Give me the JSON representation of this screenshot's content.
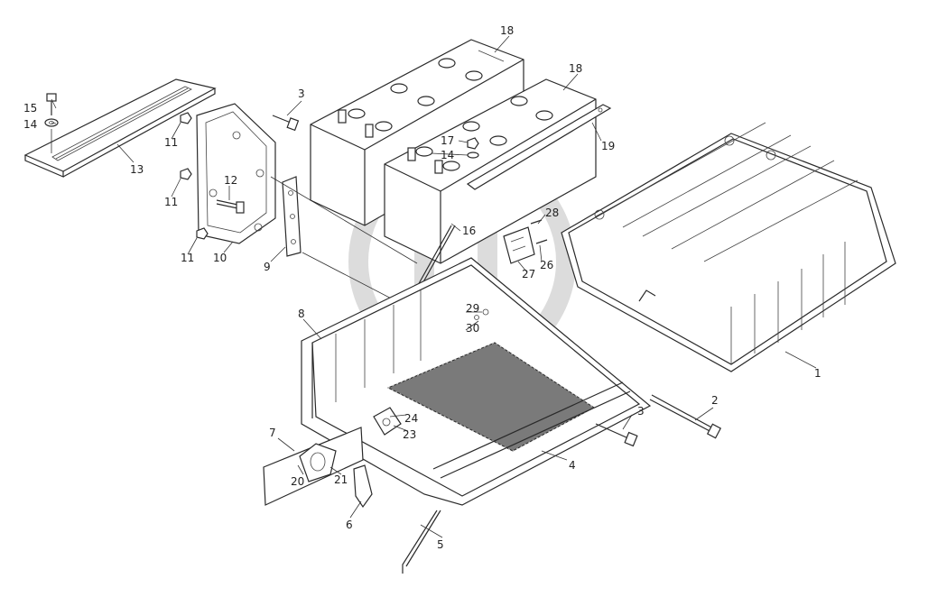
{
  "diagram": {
    "callouts": [
      {
        "id": "c1",
        "text": "1"
      },
      {
        "id": "c2",
        "text": "2"
      },
      {
        "id": "c3a",
        "text": "3"
      },
      {
        "id": "c3b",
        "text": "3"
      },
      {
        "id": "c4",
        "text": "4"
      },
      {
        "id": "c5",
        "text": "5"
      },
      {
        "id": "c6",
        "text": "6"
      },
      {
        "id": "c7",
        "text": "7"
      },
      {
        "id": "c8",
        "text": "8"
      },
      {
        "id": "c9",
        "text": "9"
      },
      {
        "id": "c10",
        "text": "10"
      },
      {
        "id": "c11a",
        "text": "11"
      },
      {
        "id": "c11b",
        "text": "11"
      },
      {
        "id": "c11c",
        "text": "11"
      },
      {
        "id": "c12",
        "text": "12"
      },
      {
        "id": "c13",
        "text": "13"
      },
      {
        "id": "c14a",
        "text": "14"
      },
      {
        "id": "c14b",
        "text": "14"
      },
      {
        "id": "c15",
        "text": "15"
      },
      {
        "id": "c16",
        "text": "16"
      },
      {
        "id": "c17",
        "text": "17"
      },
      {
        "id": "c18a",
        "text": "18"
      },
      {
        "id": "c18b",
        "text": "18"
      },
      {
        "id": "c19",
        "text": "19"
      },
      {
        "id": "c20",
        "text": "20"
      },
      {
        "id": "c21",
        "text": "21"
      },
      {
        "id": "c23",
        "text": "23"
      },
      {
        "id": "c24",
        "text": "24"
      },
      {
        "id": "c26",
        "text": "26"
      },
      {
        "id": "c27",
        "text": "27"
      },
      {
        "id": "c28",
        "text": "28"
      },
      {
        "id": "c29",
        "text": "29"
      },
      {
        "id": "c30",
        "text": "30"
      }
    ]
  }
}
